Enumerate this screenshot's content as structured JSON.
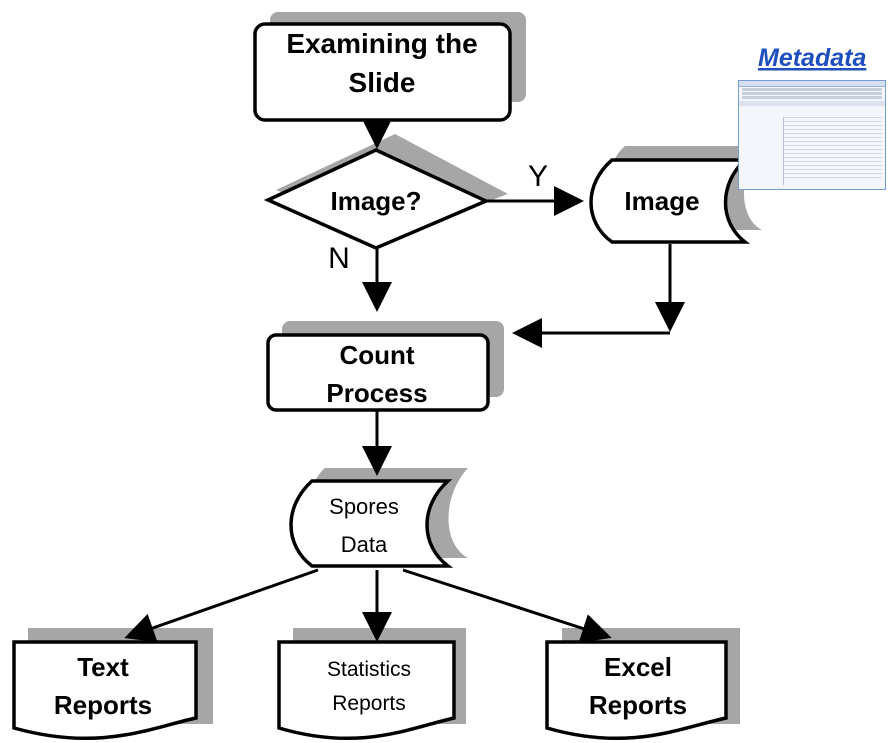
{
  "diagram": {
    "nodes": {
      "examining": {
        "label_line1": "Examining the",
        "label_line2": "Slide",
        "ghost": "Examining th"
      },
      "decision": {
        "label": "Image?"
      },
      "image": {
        "label": "Image"
      },
      "count": {
        "label_line1": "Count",
        "label_line2": "Process",
        "ghost": "Count"
      },
      "spores": {
        "label_line1": "Spores",
        "label_line2": "Data"
      },
      "text_reports": {
        "label_line1": "Text",
        "label_line2": "Reports"
      },
      "statistics_reports": {
        "label_line1": "Statistics",
        "label_line2": "Reports"
      },
      "excel_reports": {
        "label_line1": "Excel",
        "label_line2": "Reports"
      }
    },
    "edges": {
      "yes_label": "Y",
      "no_label": "N"
    },
    "metadata_link": "Metadata"
  },
  "colors": {
    "shadow": "#a6a6a6",
    "stroke": "#000000",
    "link": "#1f4fbf"
  }
}
